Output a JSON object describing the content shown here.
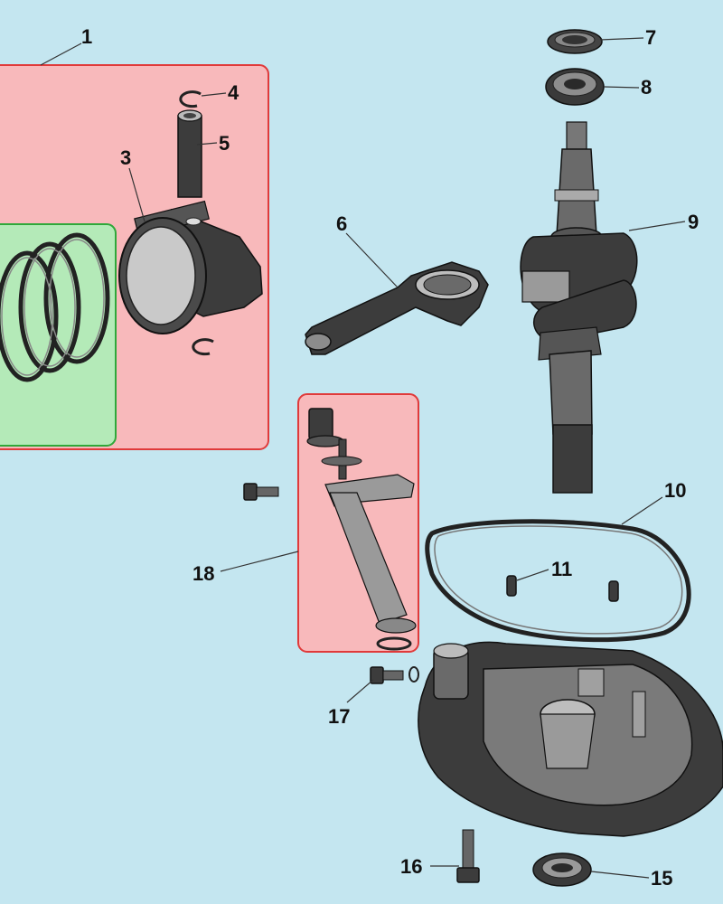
{
  "callouts": [
    {
      "id": "1",
      "label": "1"
    },
    {
      "id": "3",
      "label": "3"
    },
    {
      "id": "4",
      "label": "4"
    },
    {
      "id": "5",
      "label": "5"
    },
    {
      "id": "6",
      "label": "6"
    },
    {
      "id": "7",
      "label": "7"
    },
    {
      "id": "8",
      "label": "8"
    },
    {
      "id": "9",
      "label": "9"
    },
    {
      "id": "10",
      "label": "10"
    },
    {
      "id": "11",
      "label": "11"
    },
    {
      "id": "15",
      "label": "15"
    },
    {
      "id": "16",
      "label": "16"
    },
    {
      "id": "17",
      "label": "17"
    },
    {
      "id": "18",
      "label": "18"
    }
  ],
  "colors": {
    "background": "#c4e6f0",
    "piston_group_fill": "#f8b9bb",
    "piston_group_border": "#e03a3a",
    "rings_group_fill": "#b4eab8",
    "rings_group_border": "#2fa83a",
    "governor_group_fill": "#f8b9bb",
    "governor_group_border": "#e03a3a"
  },
  "icons": {
    "piston": "piston-icon",
    "rings": "piston-rings-icon",
    "wrist_pin": "wrist-pin-icon",
    "circlip": "circlip-icon",
    "connecting_rod": "connecting-rod-icon",
    "crankshaft": "crankshaft-icon",
    "oil_seal": "oil-seal-icon",
    "bearing": "bearing-icon",
    "gasket": "gasket-icon",
    "dowel_pin": "dowel-pin-icon",
    "governor": "governor-assembly-icon",
    "bolt": "bolt-icon",
    "crankcase_cover": "crankcase-cover-icon"
  }
}
